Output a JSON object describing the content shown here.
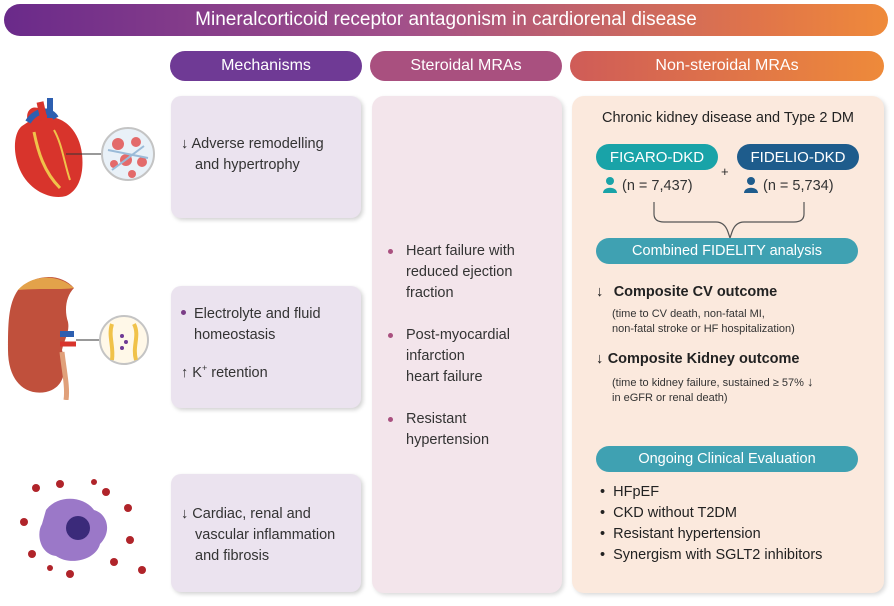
{
  "title": "Mineralcorticoid receptor antagonism in cardiorenal disease",
  "headers": {
    "mechanisms": "Mechanisms",
    "steroidal": "Steroidal MRAs",
    "nonsteroidal": "Non-steroidal MRAs"
  },
  "mechanisms": {
    "box1": {
      "arrow": "↓",
      "line1": "Adverse remodelling",
      "line2": "and hypertrophy"
    },
    "box2": {
      "line1": "Electrolyte and fluid",
      "line2": "homeostasis",
      "k_arrow": "↑",
      "k_text": "K",
      "k_sup": "+",
      "k_rest": " retention"
    },
    "box3": {
      "arrow": "↓",
      "line1": "Cardiac, renal and",
      "line2": "vascular inflammation",
      "line3": "and fibrosis"
    }
  },
  "steroidal": {
    "items": [
      {
        "lines": [
          "Heart failure with",
          "reduced ejection",
          "fraction"
        ]
      },
      {
        "lines": [
          "Post-myocardial",
          "infarction",
          "heart failure"
        ]
      },
      {
        "lines": [
          "Resistant",
          "hypertension"
        ]
      }
    ]
  },
  "nonsteroidal": {
    "subtitle": "Chronic kidney disease and Type 2 DM",
    "trial1": {
      "name": "FIGARO-DKD",
      "n": "(n = 7,437)"
    },
    "plus": "+",
    "trial2": {
      "name": "FIDELIO-DKD",
      "n": "(n = 5,734)"
    },
    "combined": "Combined FIDELITY analysis",
    "cv": {
      "arrow": "↓",
      "title": "Composite CV outcome",
      "desc1": "(time to CV death, non-fatal MI,",
      "desc2": "non-fatal stroke or HF hospitalization)"
    },
    "kidney": {
      "arrow": "↓",
      "title": "Composite Kidney outcome",
      "desc1": "(time to kidney failure, sustained ≥ 57%",
      "desc1_arrow": "↓",
      "desc2": "in eGFR or renal death)"
    },
    "ongoing": "Ongoing Clinical Evaluation",
    "ongoing_items": [
      "HFpEF",
      "CKD without T2DM",
      "Resistant hypertension",
      "Synergism with SGLT2 inhibitors"
    ]
  },
  "colors": {
    "purple": "#6f3a95",
    "mauve": "#a9507f",
    "orange": "#ee8a3a",
    "teal": "#19a3a8",
    "navy": "#1e5c8c"
  }
}
